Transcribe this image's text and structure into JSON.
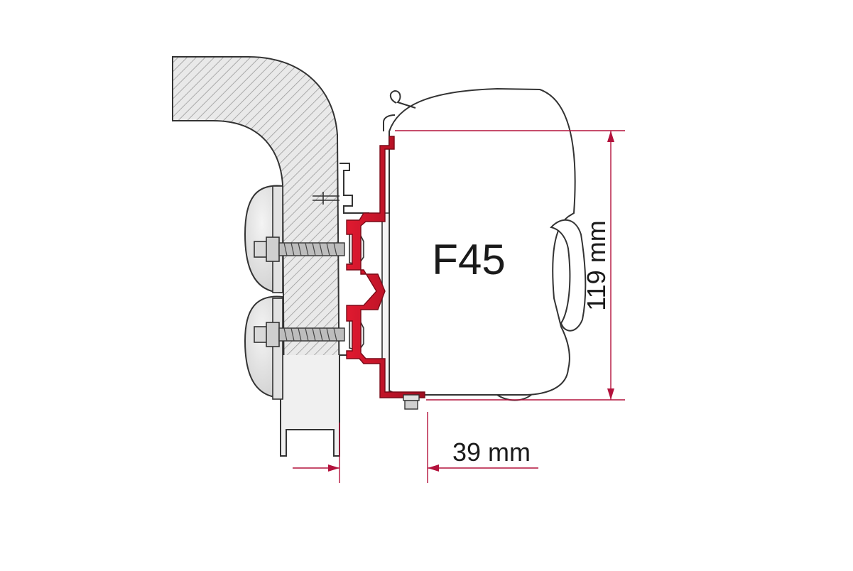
{
  "diagram": {
    "product_label": "F45",
    "height_dimension": "119 mm",
    "depth_dimension": "39 mm"
  },
  "colors": {
    "bracket": "#d8102a",
    "bracket_dark": "#8a0c1c",
    "dimension_line": "#b3123c",
    "outline": "#333333",
    "hatch": "#9a9a9a",
    "wall_fill": "#e6e6e6",
    "cushion_fill": "#dcdcdc"
  }
}
